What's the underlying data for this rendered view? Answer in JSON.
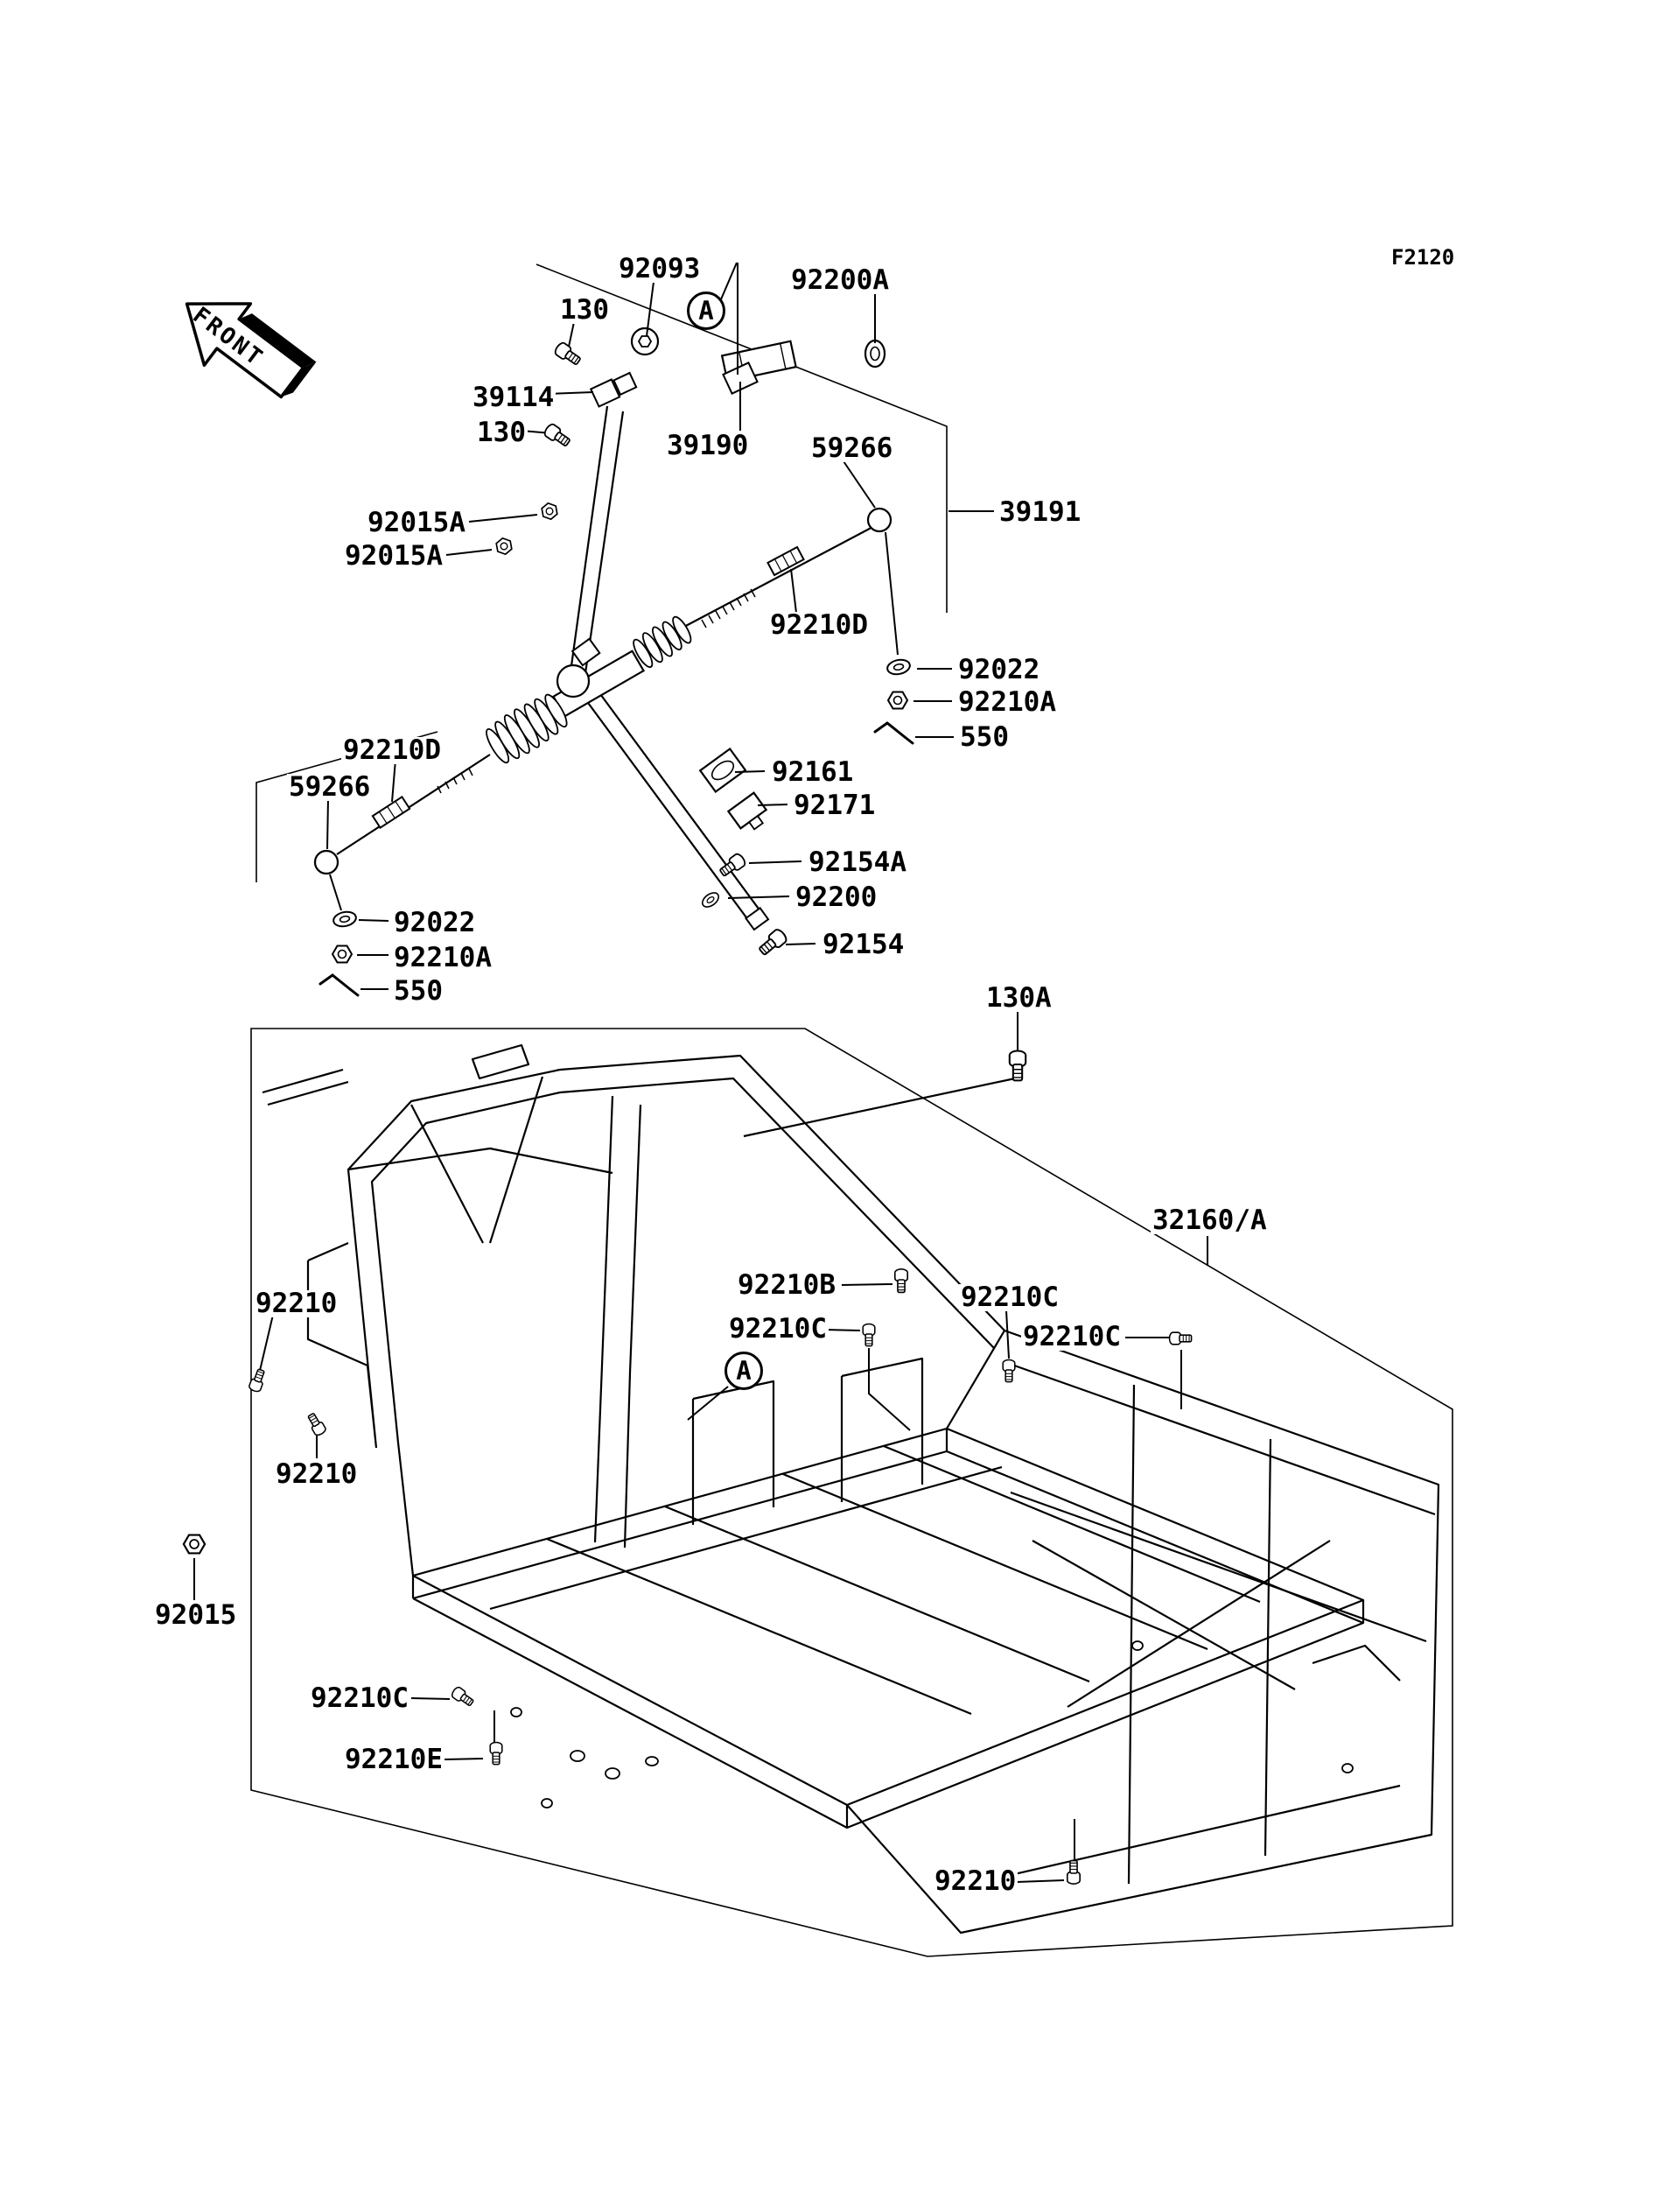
{
  "doc": {
    "figure_code": "F2120",
    "front_marker": "FRONT",
    "detail_marker": "A"
  },
  "part_numbers": [
    "130",
    "130A",
    "550",
    "32160/A",
    "39114",
    "39190",
    "39191",
    "59266",
    "92015",
    "92015A",
    "92022",
    "92093",
    "92154",
    "92154A",
    "92161",
    "92171",
    "92200",
    "92200A",
    "92210",
    "92210A",
    "92210B",
    "92210C",
    "92210D",
    "92210E"
  ],
  "labels": {
    "l92093": "92093",
    "l92200a": "92200A",
    "l130_top": "130",
    "l39114": "39114",
    "l130_mid": "130",
    "l39190": "39190",
    "l59266_r": "59266",
    "l39191": "39191",
    "l92015a_1": "92015A",
    "l92015a_2": "92015A",
    "l92210d_r": "92210D",
    "l92022_r": "92022",
    "l92210a_r": "92210A",
    "l550_r": "550",
    "l92210d_l": "92210D",
    "l59266_l": "59266",
    "l92161": "92161",
    "l92171": "92171",
    "l92154a": "92154A",
    "l92200": "92200",
    "l92022_l": "92022",
    "l92210a_l": "92210A",
    "l550_l": "550",
    "l92154": "92154",
    "l130a": "130A",
    "l32160": "32160/A",
    "l92210_1": "92210",
    "l92210b": "92210B",
    "l92210c_1": "92210C",
    "l92210c_2": "92210C",
    "l92210c_3": "92210C",
    "l92210_2": "92210",
    "l92015": "92015",
    "l92210c_4": "92210C",
    "l92210e": "92210E",
    "l92210_3": "92210"
  }
}
